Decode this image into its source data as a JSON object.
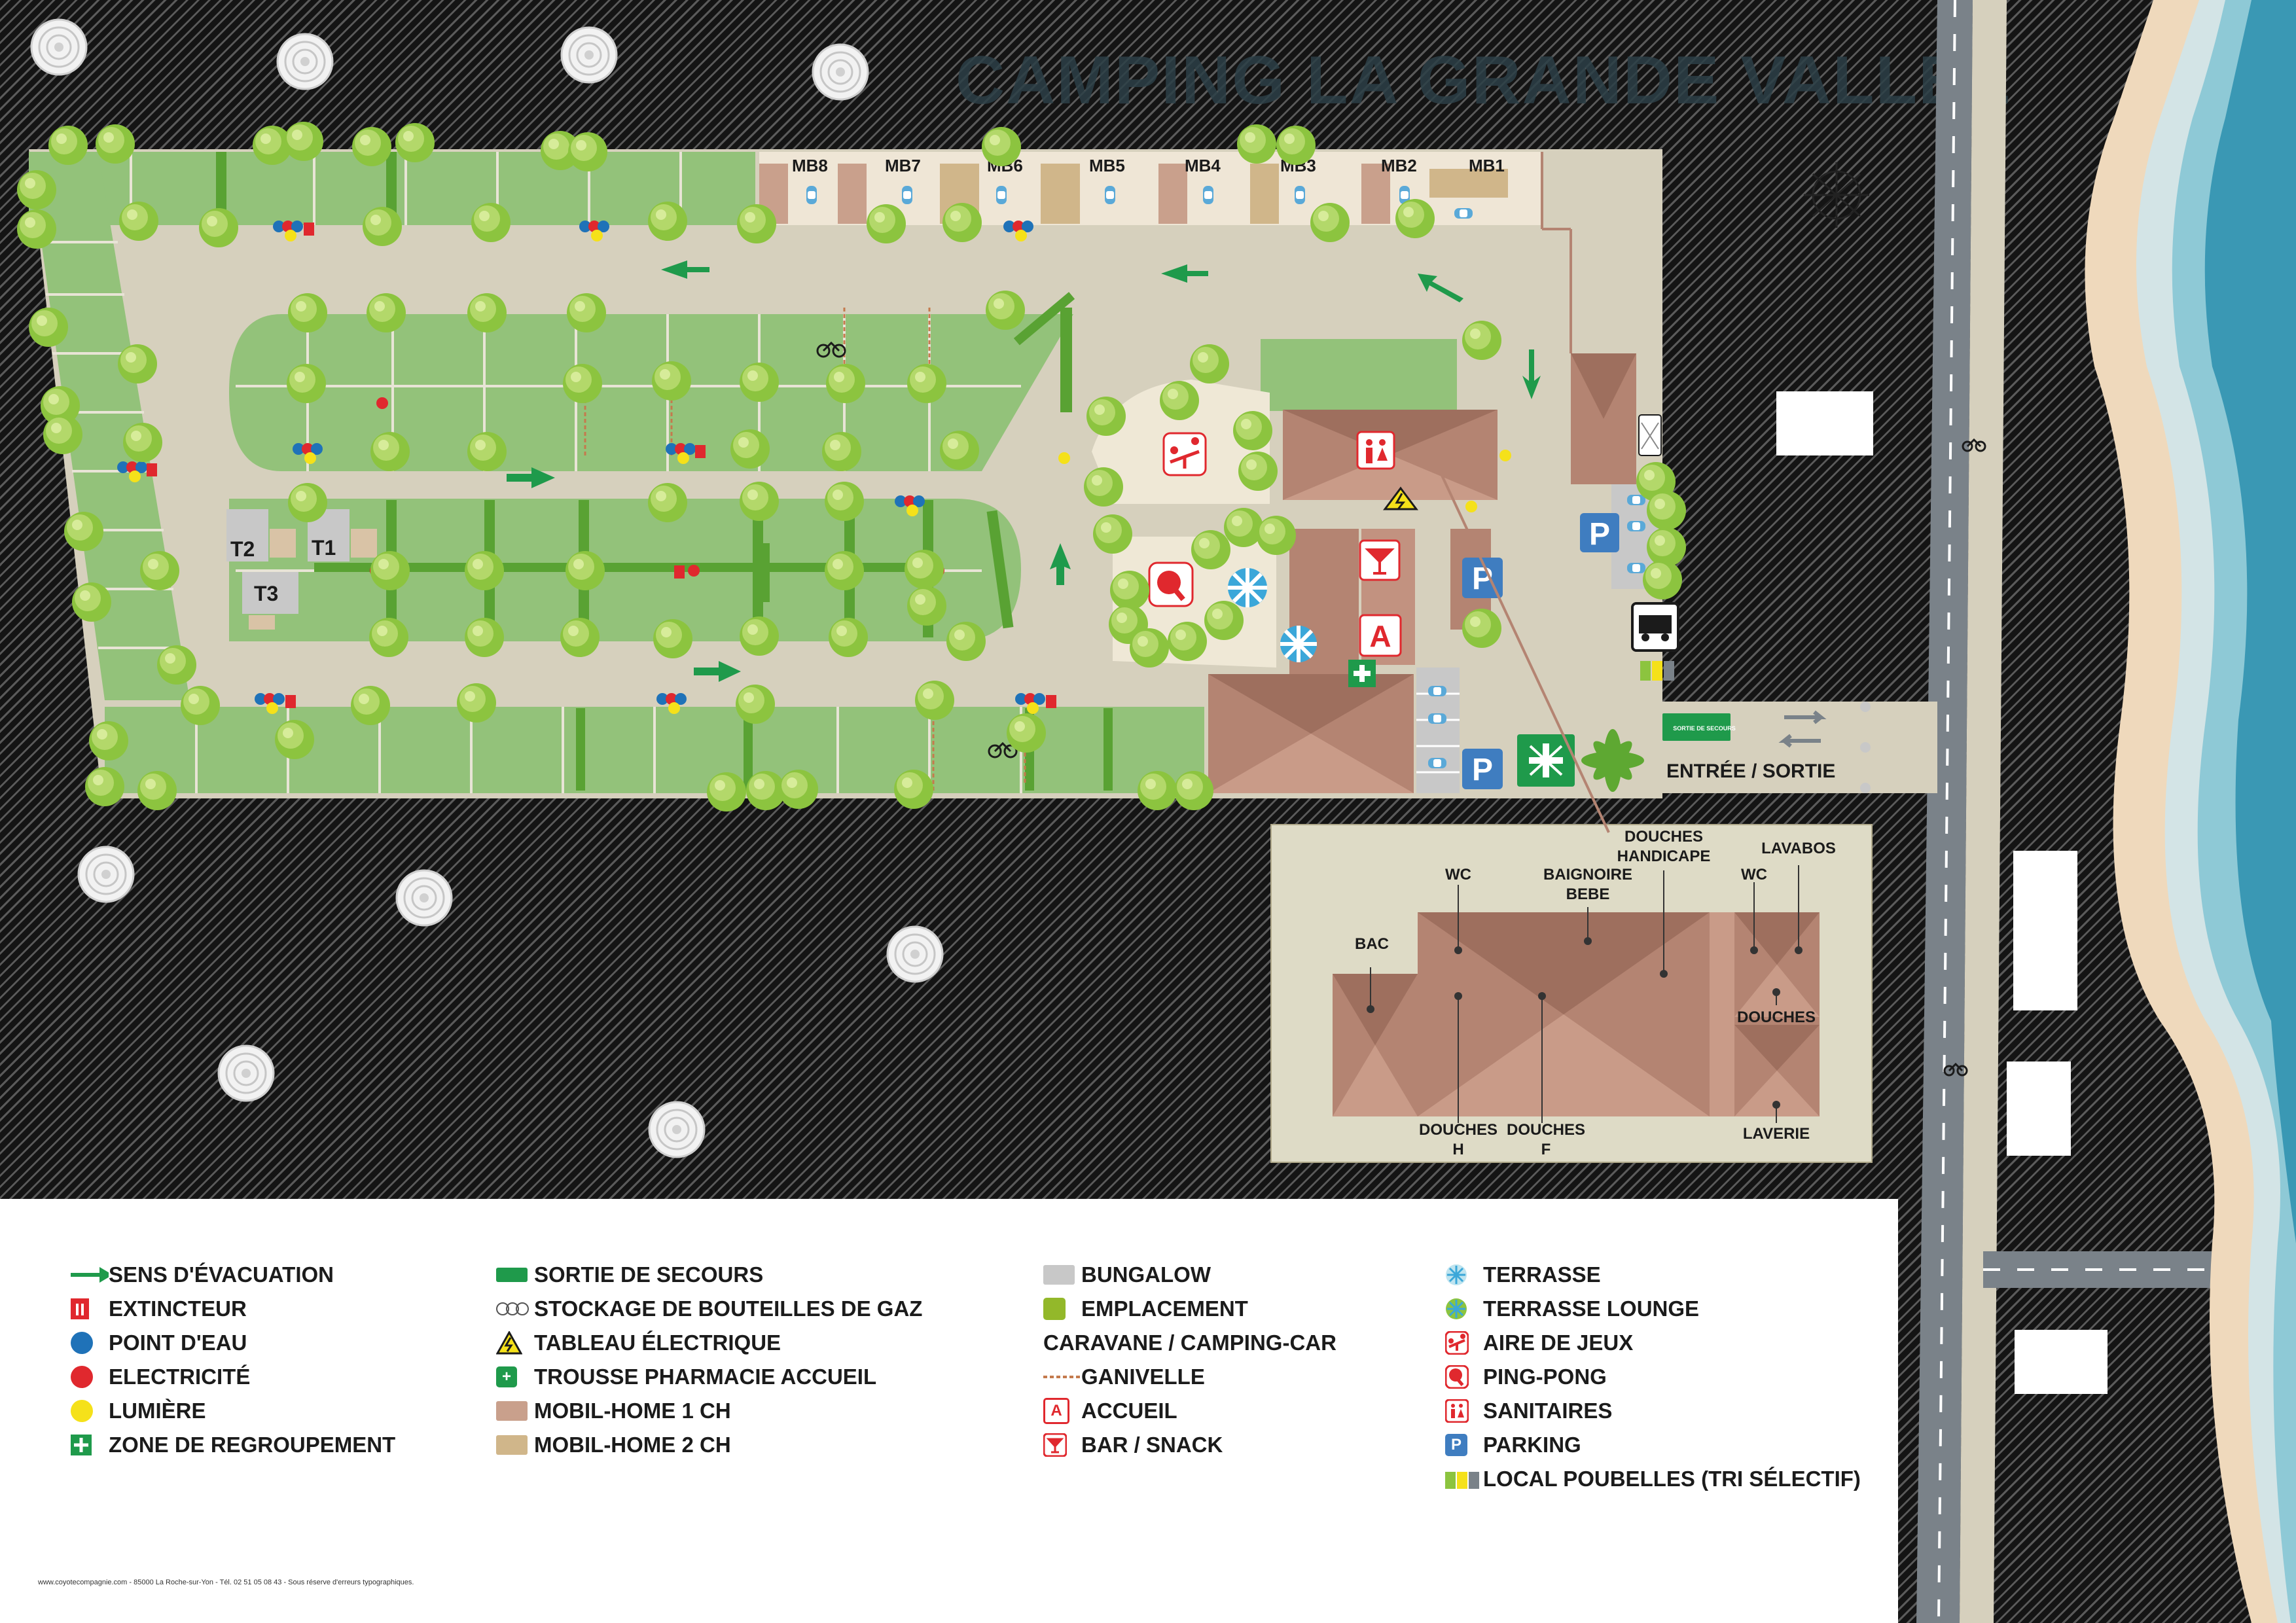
{
  "title": "CAMPING LA GRANDE VALLÉE",
  "colors": {
    "ground": "#d6d0bd",
    "grass": "#93c27a",
    "building": "#b48472",
    "water_dark": "#3a98b4",
    "water_light": "#8ec9d6",
    "sand": "#efd9bc",
    "road": "#7a8289",
    "evacuation_arrow": "#1f9a4b",
    "accent_red": "#e0282e",
    "accent_blue": "#1f72b8",
    "parking_blue": "#3f7dc0"
  },
  "mobilhomes": [
    "MB8",
    "MB7",
    "MB6",
    "MB5",
    "MB4",
    "MB3",
    "MB2",
    "MB1"
  ],
  "bungalows": [
    "T2",
    "T1",
    "T3"
  ],
  "entrance_label": "ENTRÉE / SORTIE",
  "emergency_exit_sign": "SORTIE DE SECOURS",
  "sanitary_plan": {
    "bac": "BAC",
    "wc_left": "WC",
    "baignoire_line1": "BAIGNOIRE",
    "baignoire_line2": "BEBE",
    "douches_handicape_line1": "DOUCHES",
    "douches_handicape_line2": "HANDICAPE",
    "lavabos": "LAVABOS",
    "wc_right": "WC",
    "douches": "DOUCHES",
    "douches_h_line1": "DOUCHES",
    "douches_h_line2": "H",
    "douches_f_line1": "DOUCHES",
    "douches_f_line2": "F",
    "laverie": "LAVERIE"
  },
  "icons": {
    "evacuation": "arrow-right-icon",
    "extinguisher": "extinguisher-icon",
    "water_point": "water-dot-icon",
    "electricity": "electricity-dot-icon",
    "light": "light-dot-icon",
    "assembly": "assembly-point-icon",
    "emergency_exit": "emergency-exit-icon",
    "gas": "gas-bottle-icon",
    "electric_panel": "high-voltage-icon",
    "first_aid": "first-aid-icon",
    "parking": "parking-icon",
    "bar": "cocktail-icon",
    "reception": "reception-icon",
    "playground": "seesaw-icon",
    "pingpong": "ping-pong-icon",
    "toilets": "toilets-icon",
    "waste": "waste-bins-icon",
    "terrace": "parasol-icon",
    "bike": "bicycle-icon",
    "compass": "compass-icon"
  },
  "legend": {
    "col1": [
      {
        "label": "SENS D'ÉVACUATION"
      },
      {
        "label": "EXTINCTEUR"
      },
      {
        "label": "POINT D'EAU"
      },
      {
        "label": "ELECTRICITÉ"
      },
      {
        "label": "LUMIÈRE"
      },
      {
        "label": "ZONE DE REGROUPEMENT"
      }
    ],
    "col2": [
      {
        "label": "SORTIE DE SECOURS"
      },
      {
        "label": "STOCKAGE DE BOUTEILLES DE GAZ"
      },
      {
        "label": "TABLEAU ÉLECTRIQUE"
      },
      {
        "label": "TROUSSE PHARMACIE ACCUEIL"
      },
      {
        "label": "MOBIL-HOME 1 CH"
      },
      {
        "label": "MOBIL-HOME 2 CH"
      }
    ],
    "col3": [
      {
        "label": "BUNGALOW"
      },
      {
        "label": "EMPLACEMENT"
      },
      {
        "label": "CARAVANE / CAMPING-CAR"
      },
      {
        "label": "GANIVELLE"
      },
      {
        "label": "ACCUEIL"
      },
      {
        "label": "BAR / SNACK"
      }
    ],
    "col4": [
      {
        "label": "TERRASSE"
      },
      {
        "label": "TERRASSE LOUNGE"
      },
      {
        "label": "AIRE DE JEUX"
      },
      {
        "label": "PING-PONG"
      },
      {
        "label": "SANITAIRES"
      },
      {
        "label": "PARKING"
      },
      {
        "label": "LOCAL POUBELLES (TRI SÉLECTIF)"
      }
    ]
  },
  "glyphs": {
    "parking": "P",
    "reception": "A",
    "first_aid": "+"
  },
  "footer": "www.coyotecompagnie.com - 85000 La Roche-sur-Yon - Tél. 02 51 05 08 43 - Sous réserve d'erreurs typographiques."
}
